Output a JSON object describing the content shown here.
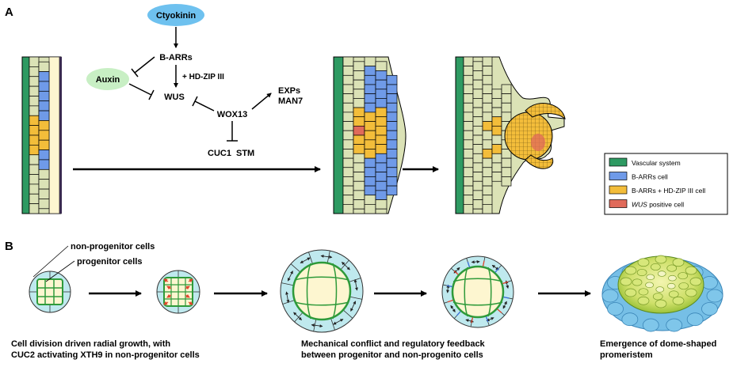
{
  "panels": {
    "a": "A",
    "b": "B"
  },
  "pathway": {
    "cytokinin": "Ctyokinin",
    "b_arrs": "B-ARRs",
    "auxin": "Auxin",
    "hd_zip": "+ HD-ZIP III",
    "wus": "WUS",
    "wox13": "WOX13",
    "exps": "EXPs",
    "man7": "MAN7",
    "cuc1": "CUC1",
    "stm": "STM"
  },
  "legend": {
    "items": [
      {
        "label": "Vascular system",
        "italic": "",
        "color": "#2e9a62"
      },
      {
        "label": "B-ARRs cell",
        "italic": "",
        "color": "#6f9ae8"
      },
      {
        "label": "B-ARRs + HD-ZIP III cell",
        "italic": "",
        "color": "#f3bd3a"
      },
      {
        "label": " positive cell",
        "italic": "WUS",
        "color": "#e06a5a"
      }
    ]
  },
  "panel_b": {
    "non_progenitor_label": "non-progenitor cells",
    "progenitor_label": "progenitor cells",
    "captions": [
      {
        "line1": "Cell division driven radial growth, with",
        "line2": "CUC2 activating XTH9 in non-progenitor cells"
      },
      {
        "line1": "Mechanical conflict and regulatory feedback",
        "line2": "between progenitor and non-progenito cells"
      },
      {
        "line1": "Emergence of dome-shaped",
        "line2": "promeristem"
      }
    ]
  },
  "colors": {
    "vascular": "#2e9a62",
    "b_arrs": "#6f9ae8",
    "hd_zip": "#f3bd3a",
    "wus": "#e06a5a",
    "tissue": "#dbe2b6",
    "cytokinin_bubble": "#6ec1ef",
    "auxin_bubble": "#c8efc4",
    "outer_ring": "#bfe9ee",
    "progenitor_fill": "#fdf6d0"
  }
}
